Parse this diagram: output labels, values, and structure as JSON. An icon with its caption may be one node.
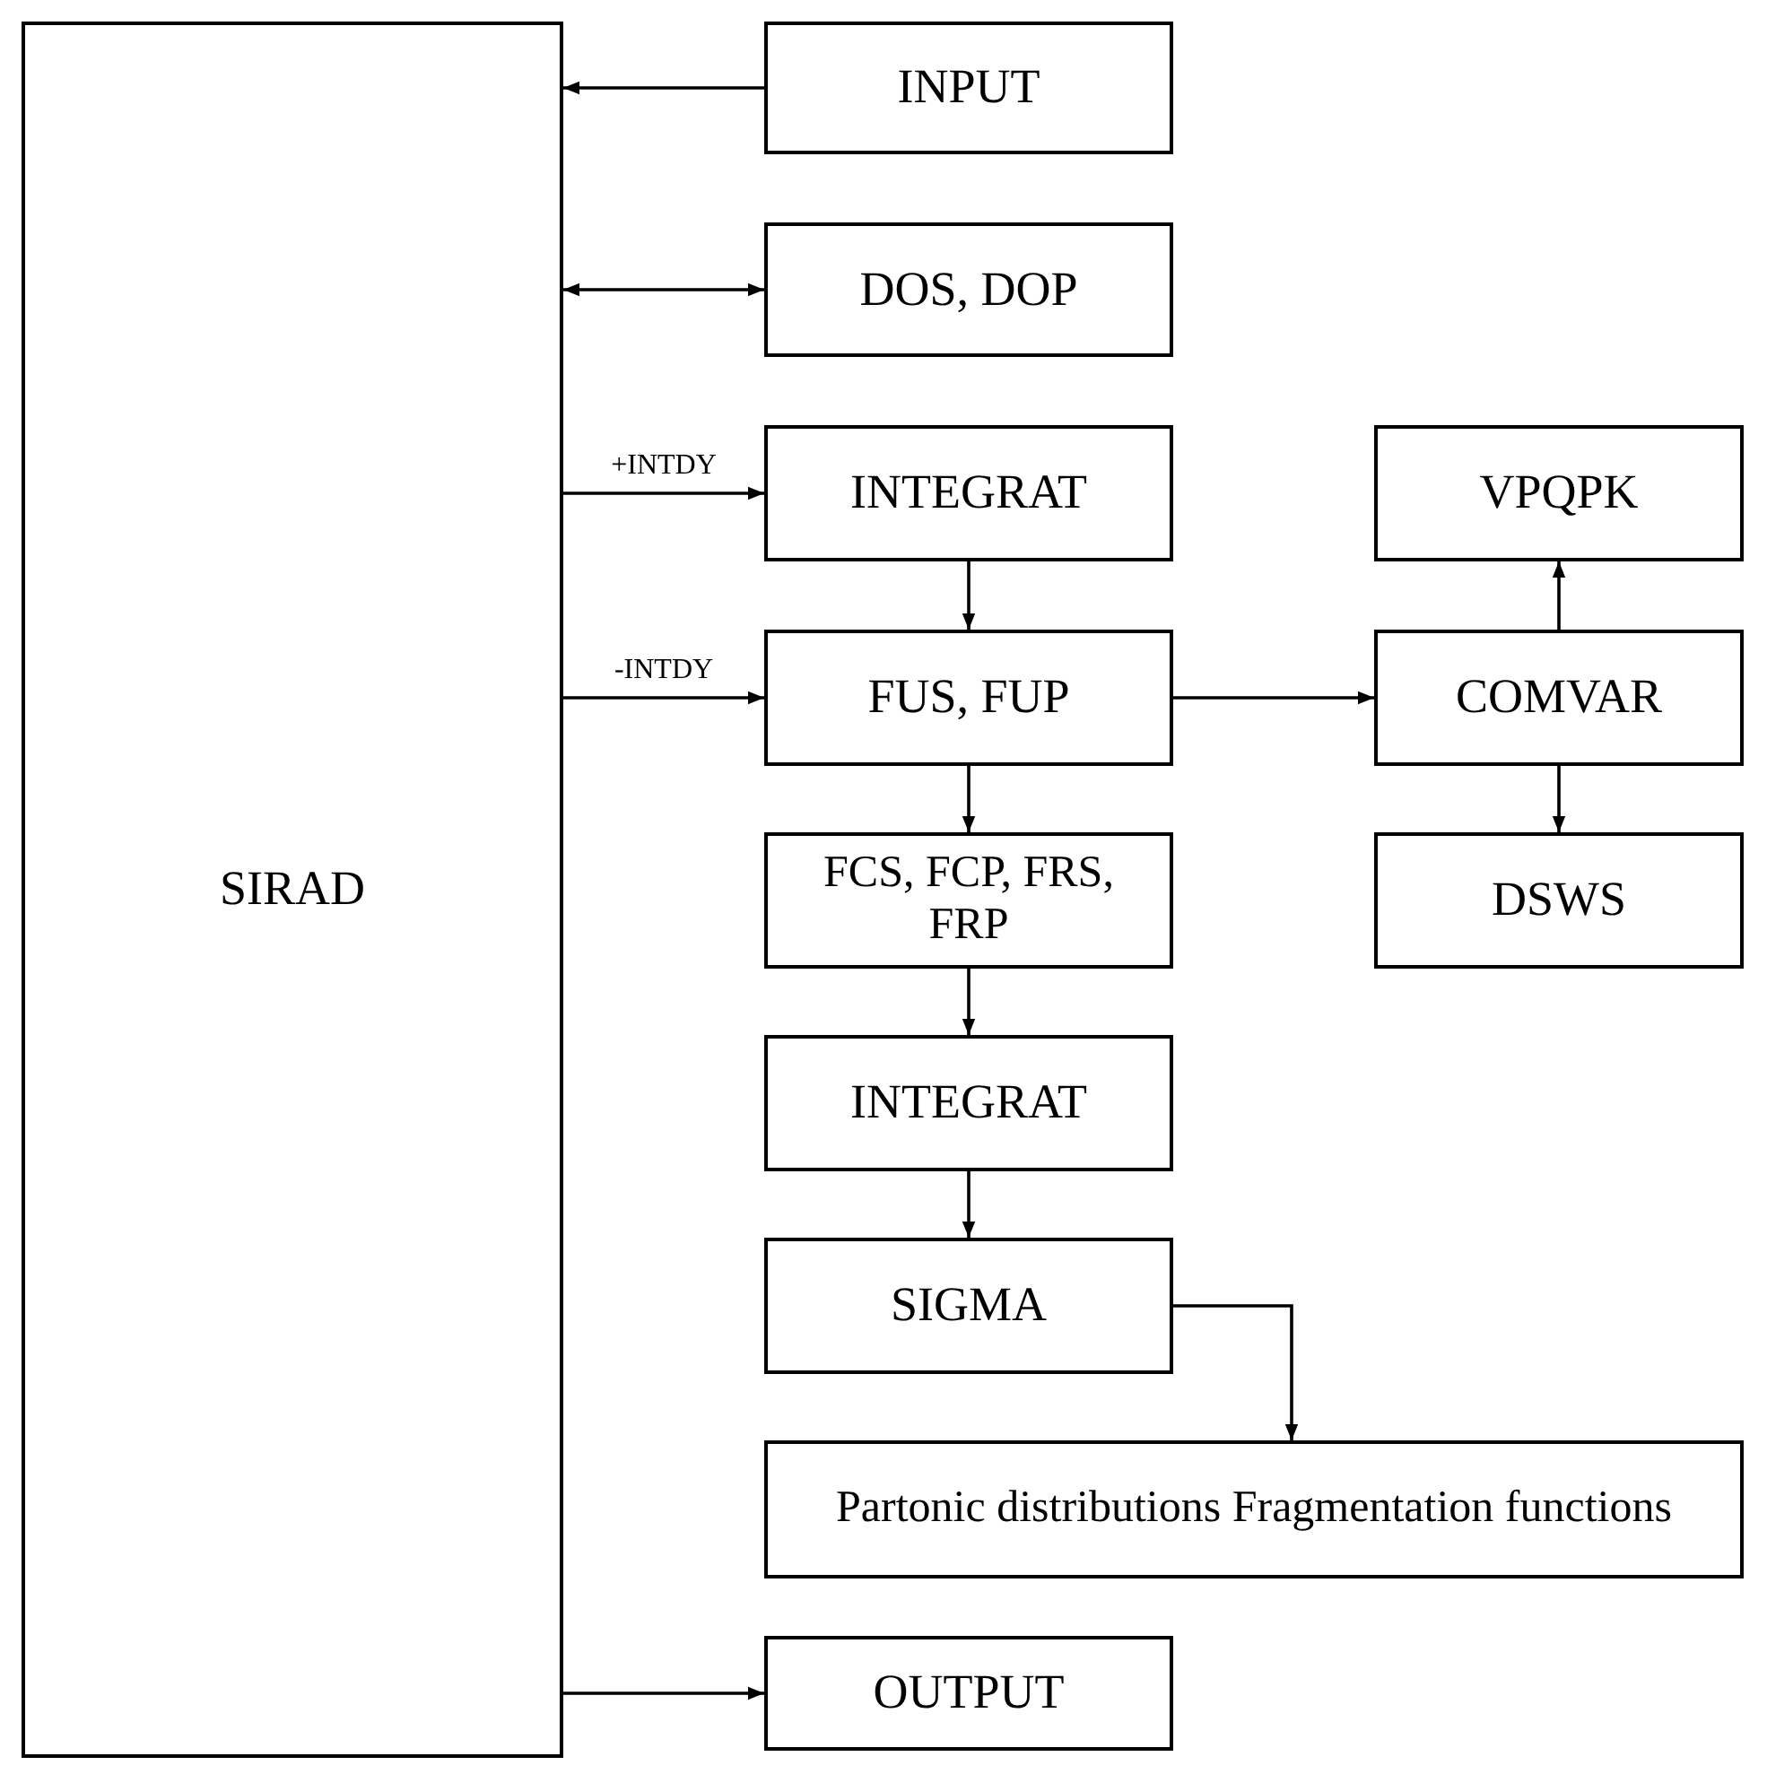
{
  "diagram": {
    "nodes": [
      {
        "text": [
          "SIRAD"
        ]
      },
      {
        "text": [
          "INPUT"
        ]
      },
      {
        "text": [
          "DOS, DOP"
        ]
      },
      {
        "text": [
          "INTEGRAT"
        ]
      },
      {
        "text": [
          "FUS, FUP"
        ]
      },
      {
        "text": [
          "FCS, FCP, FRS, FRP"
        ]
      },
      {
        "text": [
          "INTEGRAT"
        ]
      },
      {
        "text": [
          "SIGMA"
        ]
      },
      {
        "text": [
          "Partonic distributions Fragmentation functions"
        ]
      },
      {
        "text": [
          "OUTPUT"
        ]
      },
      {
        "text": [
          "VPQPK"
        ]
      },
      {
        "text": [
          "COMVAR"
        ]
      },
      {
        "text": [
          "DSWS"
        ]
      }
    ],
    "edges": [
      {
        "from": 1,
        "to": 0,
        "arrow": "to"
      },
      {
        "from": 0,
        "to": 2,
        "arrow": "both"
      },
      {
        "from": 0,
        "to": 3,
        "arrow": "to",
        "label": "+INTDY"
      },
      {
        "from": 0,
        "to": 4,
        "arrow": "to",
        "label": "-INTDY"
      },
      {
        "from": 3,
        "to": 4,
        "arrow": "to"
      },
      {
        "from": 4,
        "to": 5,
        "arrow": "to"
      },
      {
        "from": 5,
        "to": 6,
        "arrow": "to"
      },
      {
        "from": 6,
        "to": 7,
        "arrow": "to"
      },
      {
        "from": 7,
        "to": 8,
        "arrow": "to"
      },
      {
        "from": 0,
        "to": 9,
        "arrow": "to"
      },
      {
        "from": 4,
        "to": 11,
        "arrow": "to"
      },
      {
        "from": 11,
        "to": 10,
        "arrow": "to"
      },
      {
        "from": 11,
        "to": 12,
        "arrow": "to"
      }
    ]
  }
}
